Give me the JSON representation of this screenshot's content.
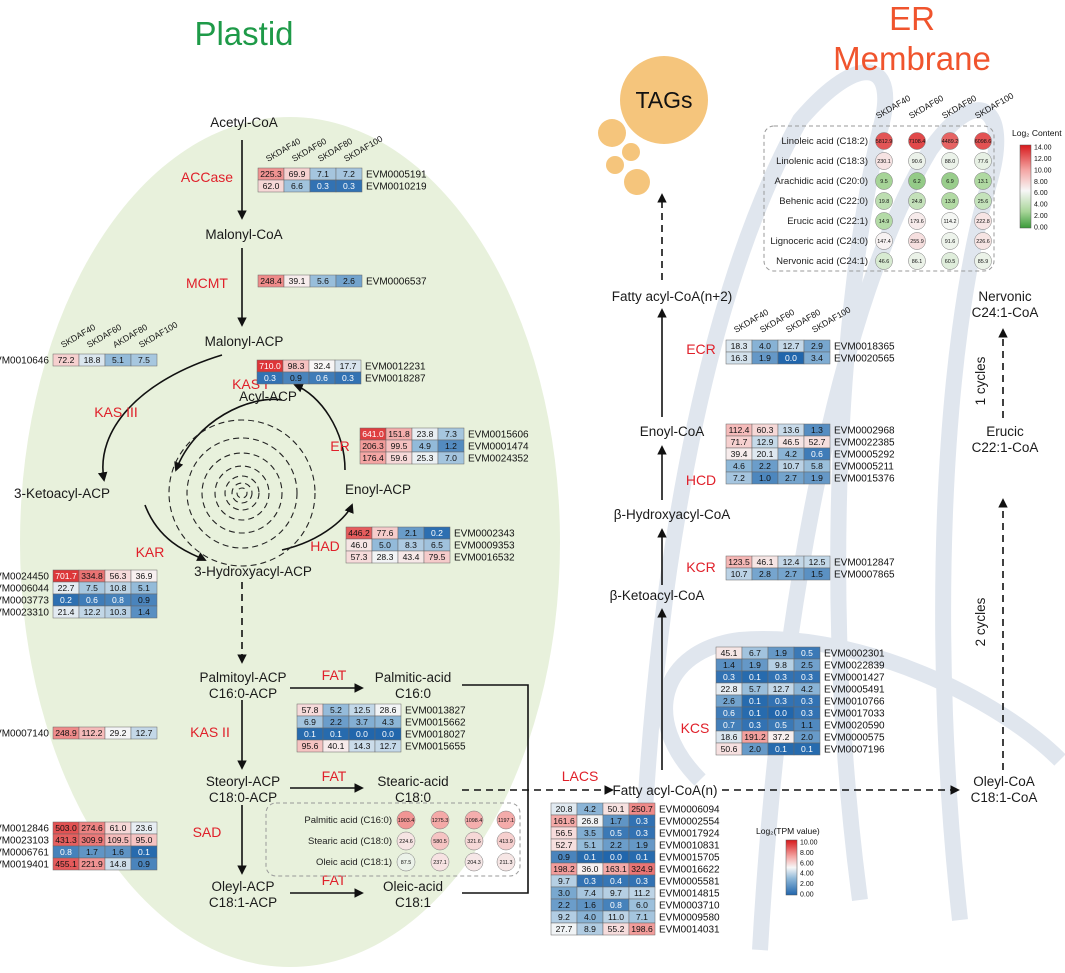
{
  "titles": {
    "plastid": "Plastid",
    "er": "ER\nMembrane",
    "tags": "TAGs"
  },
  "samples": [
    "SKDAF40",
    "SKDAF60",
    "SKDAF80",
    "SKDAF100"
  ],
  "samples_alt": [
    "SKDAF40",
    "SKDAF60",
    "AKDAF80",
    "SKDAF100"
  ],
  "metabolites": {
    "acetyl_coa": "Acetyl-CoA",
    "malonyl_coa": "Malonyl-CoA",
    "malonyl_acp": "Malonyl-ACP",
    "acyl_acp": "Acyl-ACP",
    "ketoacyl_acp": "3-Ketoacyl-ACP",
    "enoyl_acp": "Enoyl-ACP",
    "hydroxyacyl_acp": "3-Hydroxyacyl-ACP",
    "palmitoyl_acp": "Palmitoyl-ACP\nC16:0-ACP",
    "palmitic_acid": "Palmitic-acid\nC16:0",
    "steoryl_acp": "Steoryl-ACP\nC18:0-ACP",
    "stearic_acid": "Stearic-acid\nC18:0",
    "oleyl_acp": "Oleyl-ACP\nC18:1-ACP",
    "oleic_acid": "Oleic-acid\nC18:1",
    "fatty_acyl_coa_n": "Fatty acyl-CoA(n)",
    "ketoacyl_coa": "β-Ketoacyl-CoA",
    "hydroxyacyl_coa": "β-Hydroxyacyl-CoA",
    "enoyl_coa": "Enoyl-CoA",
    "fatty_acyl_coa_n2": "Fatty acyl-CoA(n+2)",
    "oleyl_coa": "Oleyl-CoA\nC18:1-CoA",
    "erucic": "Erucic\nC22:1-CoA",
    "nervonic": "Nervonic\nC24:1-CoA"
  },
  "cycles": {
    "two": "2 cycles",
    "one": "1 cycles"
  },
  "enzymes": {
    "accase": "ACCase",
    "mcmt": "MCMT",
    "kas3": "KAS III",
    "kas1": "KAS I",
    "er": "ER",
    "kar": "KAR",
    "had": "HAD",
    "fat1": "FAT",
    "fat2": "FAT",
    "fat3": "FAT",
    "kas2": "KAS II",
    "sad": "SAD",
    "lacs": "LACS",
    "kcs": "KCS",
    "kcr": "KCR",
    "hcd": "HCD",
    "ecr": "ECR"
  },
  "legends": {
    "tpm": {
      "title": "Log₂(TPM value)",
      "ticks": [
        "10.00",
        "8.00",
        "6.00",
        "4.00",
        "2.00",
        "0.00"
      ],
      "colors": [
        "#d7191c",
        "#f4a5a3",
        "#f7f7f7",
        "#8fb8d8",
        "#2166ac"
      ]
    },
    "content": {
      "title": "Log₂ Content",
      "ticks": [
        "14.00",
        "12.00",
        "10.00",
        "8.00",
        "6.00",
        "4.00",
        "2.00",
        "0.00"
      ],
      "colors": [
        "#d7191c",
        "#f4a5a3",
        "#f7f7f7",
        "#a9d69a",
        "#3a9a3a"
      ]
    }
  },
  "heatmaps": [
    {
      "id": "accase",
      "genes": [
        "EVM0005191",
        "EVM0010219"
      ],
      "rows": [
        [
          "225.3",
          "69.9",
          "7.1",
          "7.2"
        ],
        [
          "62.0",
          "6.6",
          "0.3",
          "0.3"
        ]
      ]
    },
    {
      "id": "mcmt",
      "genes": [
        "EVM0006537"
      ],
      "rows": [
        [
          "248.4",
          "39.1",
          "5.6",
          "2.6"
        ]
      ]
    },
    {
      "id": "kas3",
      "genes": [
        "EVM0010646"
      ],
      "rows": [
        [
          "72.2",
          "18.8",
          "5.1",
          "7.5"
        ]
      ]
    },
    {
      "id": "kas1",
      "genes": [
        "EVM0012231",
        "EVM0018287"
      ],
      "rows": [
        [
          "710.0",
          "98.3",
          "32.4",
          "17.7"
        ],
        [
          "0.3",
          "0.9",
          "0.6",
          "0.3"
        ]
      ]
    },
    {
      "id": "er",
      "genes": [
        "EVM0015606",
        "EVM0001474",
        "EVM0024352"
      ],
      "rows": [
        [
          "641.0",
          "151.8",
          "23.8",
          "7.3"
        ],
        [
          "206.3",
          "99.5",
          "4.9",
          "1.2"
        ],
        [
          "176.4",
          "59.6",
          "25.3",
          "7.0"
        ]
      ]
    },
    {
      "id": "had",
      "genes": [
        "EVM0002343",
        "EVM0009353",
        "EVM0016532"
      ],
      "rows": [
        [
          "446.2",
          "77.6",
          "2.1",
          "0.2"
        ],
        [
          "46.0",
          "5.0",
          "8.3",
          "6.5"
        ],
        [
          "57.3",
          "28.3",
          "43.4",
          "79.5"
        ]
      ]
    },
    {
      "id": "kar",
      "genes": [
        "EVM0024450",
        "EVM0006044",
        "EVM0003773",
        "EVM0023310"
      ],
      "rows": [
        [
          "701.7",
          "334.8",
          "56.3",
          "36.9"
        ],
        [
          "22.7",
          "7.5",
          "10.8",
          "5.1"
        ],
        [
          "0.2",
          "0.6",
          "0.8",
          "0.9"
        ],
        [
          "21.4",
          "12.2",
          "10.3",
          "1.4"
        ]
      ]
    },
    {
      "id": "fat",
      "genes": [
        "EVM0013827",
        "EVM0015662",
        "EVM0018027",
        "EVM0015655"
      ],
      "rows": [
        [
          "57.8",
          "5.2",
          "12.5",
          "28.6"
        ],
        [
          "6.9",
          "2.2",
          "3.7",
          "4.3"
        ],
        [
          "0.1",
          "0.1",
          "0.0",
          "0.0"
        ],
        [
          "95.6",
          "40.1",
          "14.3",
          "12.7"
        ]
      ]
    },
    {
      "id": "kas2",
      "genes": [
        "EVM0007140"
      ],
      "rows": [
        [
          "248.9",
          "112.2",
          "29.2",
          "12.7"
        ]
      ]
    },
    {
      "id": "sad",
      "genes": [
        "EVM0012846",
        "EVM0023103",
        "EVM0006761",
        "EVM0019401"
      ],
      "rows": [
        [
          "503.0",
          "274.6",
          "61.0",
          "23.6"
        ],
        [
          "431.3",
          "309.9",
          "109.5",
          "95.0"
        ],
        [
          "0.8",
          "1.7",
          "1.6",
          "0.1"
        ],
        [
          "455.1",
          "221.9",
          "14.8",
          "0.9"
        ]
      ]
    },
    {
      "id": "lacs",
      "genes": [
        "EVM0006094",
        "EVM0002554",
        "EVM0017924",
        "EVM0010831",
        "EVM0015705",
        "EVM0016622",
        "EVM0005581",
        "EVM0014815",
        "EVM0003710",
        "EVM0009580",
        "EVM0014031"
      ],
      "rows": [
        [
          "20.8",
          "4.2",
          "50.1",
          "250.7"
        ],
        [
          "161.6",
          "26.8",
          "1.7",
          "0.3"
        ],
        [
          "56.5",
          "3.5",
          "0.5",
          "0.3"
        ],
        [
          "52.7",
          "5.1",
          "2.2",
          "1.9"
        ],
        [
          "0.9",
          "0.1",
          "0.0",
          "0.1"
        ],
        [
          "198.2",
          "36.0",
          "163.1",
          "324.9"
        ],
        [
          "9.7",
          "0.3",
          "0.4",
          "0.3"
        ],
        [
          "3.0",
          "7.4",
          "9.7",
          "11.2"
        ],
        [
          "2.2",
          "1.6",
          "0.8",
          "6.0"
        ],
        [
          "9.2",
          "4.0",
          "11.0",
          "7.1"
        ],
        [
          "27.7",
          "8.9",
          "55.2",
          "198.6"
        ]
      ]
    },
    {
      "id": "kcs",
      "genes": [
        "EVM0002301",
        "EVM0022839",
        "EVM0001427",
        "EVM0005491",
        "EVM0010766",
        "EVM0017033",
        "EVM0020590",
        "EVM0000575",
        "EVM0007196"
      ],
      "rows": [
        [
          "45.1",
          "6.7",
          "1.9",
          "0.5"
        ],
        [
          "1.4",
          "1.9",
          "9.8",
          "2.5"
        ],
        [
          "0.3",
          "0.1",
          "0.3",
          "0.3"
        ],
        [
          "22.8",
          "5.7",
          "12.7",
          "4.2"
        ],
        [
          "2.6",
          "0.1",
          "0.3",
          "0.3"
        ],
        [
          "0.6",
          "0.1",
          "0.0",
          "0.3"
        ],
        [
          "0.7",
          "0.3",
          "0.5",
          "1.1"
        ],
        [
          "18.6",
          "191.2",
          "37.2",
          "2.0"
        ],
        [
          "50.6",
          "2.0",
          "0.1",
          "0.1"
        ]
      ]
    },
    {
      "id": "kcr",
      "genes": [
        "EVM0012847",
        "EVM0007865"
      ],
      "rows": [
        [
          "123.5",
          "46.1",
          "12.4",
          "12.5"
        ],
        [
          "10.7",
          "2.8",
          "2.7",
          "1.5"
        ]
      ]
    },
    {
      "id": "hcd",
      "genes": [
        "EVM0002968",
        "EVM0022385",
        "EVM0005292",
        "EVM0005211",
        "EVM0015376"
      ],
      "rows": [
        [
          "112.4",
          "60.3",
          "13.6",
          "1.3"
        ],
        [
          "71.7",
          "12.9",
          "46.5",
          "52.7"
        ],
        [
          "39.4",
          "20.1",
          "4.2",
          "0.6"
        ],
        [
          "4.6",
          "2.2",
          "10.7",
          "5.8"
        ],
        [
          "7.2",
          "1.0",
          "2.7",
          "1.9"
        ]
      ]
    },
    {
      "id": "ecr",
      "genes": [
        "EVM0018365",
        "EVM0020565"
      ],
      "rows": [
        [
          "18.3",
          "4.0",
          "12.7",
          "2.9"
        ],
        [
          "16.3",
          "1.9",
          "0.0",
          "3.4"
        ]
      ]
    }
  ],
  "fatty_acids_er": [
    {
      "name": "Linoleic acid (C18:2)",
      "values": [
        "5812.9",
        "7108.4",
        "4489.2",
        "6098.6"
      ]
    },
    {
      "name": "Linolenic acid (C18:3)",
      "values": [
        "230.1",
        "90.6",
        "88.0",
        "77.6"
      ]
    },
    {
      "name": "Arachidic acid (C20:0)",
      "values": [
        "9.5",
        "6.2",
        "6.9",
        "13.1"
      ]
    },
    {
      "name": "Behenic acid (C22:0)",
      "values": [
        "19.8",
        "24.8",
        "13.8",
        "25.6"
      ]
    },
    {
      "name": "Erucic acid (C22:1)",
      "values": [
        "14.9",
        "179.6",
        "114.2",
        "222.8"
      ]
    },
    {
      "name": "Lignoceric acid (C24:0)",
      "values": [
        "147.4",
        "255.9",
        "91.6",
        "226.6"
      ]
    },
    {
      "name": "Nervonic acid (C24:1)",
      "values": [
        "46.6",
        "86.1",
        "60.5",
        "85.9"
      ]
    }
  ],
  "fatty_acids_plastid": [
    {
      "name": "Palmitic acid (C16:0)",
      "values": [
        "1903.4",
        "1275.3",
        "1098.4",
        "1197.1"
      ]
    },
    {
      "name": "Stearic acid (C18:0)",
      "values": [
        "224.6",
        "580.5",
        "321.6",
        "413.9"
      ]
    },
    {
      "name": "Oleic acid (C18:1)",
      "values": [
        "87.5",
        "237.1",
        "204.3",
        "211.3"
      ]
    }
  ]
}
